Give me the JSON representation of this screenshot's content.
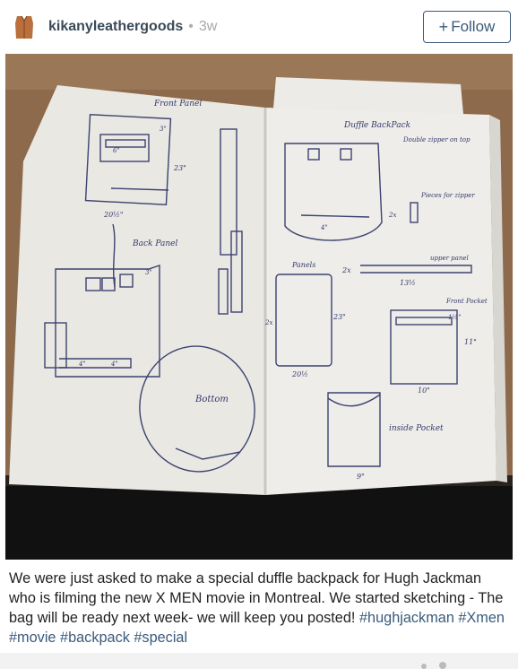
{
  "post": {
    "username": "kikanyleathergoods",
    "separator": "•",
    "time_ago": "3w",
    "follow_label": "Follow",
    "follow_icon": "+"
  },
  "photo": {
    "sketch_labels": {
      "front_panel": "Front Panel",
      "duffle_backpack": "Duffle BackPack",
      "double_zipper": "Double zipper on top",
      "back_panel": "Back Panel",
      "panels": "Panels",
      "pieces_for_zipper": "Pieces for zipper",
      "upper_panel": "upper panel",
      "front_pocket": "Front Pocket",
      "bottom": "Bottom",
      "inside_pocket": "inside Pocket",
      "dim_23_a": "23\"",
      "dim_20_half": "20½\"",
      "dim_23_b": "23\"",
      "dim_20_half_b": "20½",
      "dim_13_half": "13½",
      "dim_10": "10\"",
      "dim_9": "9\"",
      "dim_11": "11\"",
      "dim_2x_a": "2x",
      "dim_2x_b": "2x",
      "dim_2x_c": "2x",
      "dim_3q_a": "3\"",
      "dim_3q_b": "3\"",
      "dim_1half": "1½\"",
      "dim_6": "6\"",
      "dim_4_a": "4\"",
      "dim_4_b": "4\"",
      "dim_4_c": "4\""
    }
  },
  "caption": {
    "text": "We were just asked to make a special duffle backpack for Hugh Jackman who is filming the new X MEN movie in Montreal. We started sketching - The bag will be ready next week- we will keep you posted!",
    "hashtags": "#hughjackman #Xmen #movie #backpack #special"
  },
  "icons": {
    "avatar": "leather-vest-icon",
    "follow": "plus-icon"
  },
  "colors": {
    "username": "#3b4a57",
    "follow_border": "#3b5a78",
    "hashtag": "#3a5b7b",
    "ink": "#353a6a"
  }
}
